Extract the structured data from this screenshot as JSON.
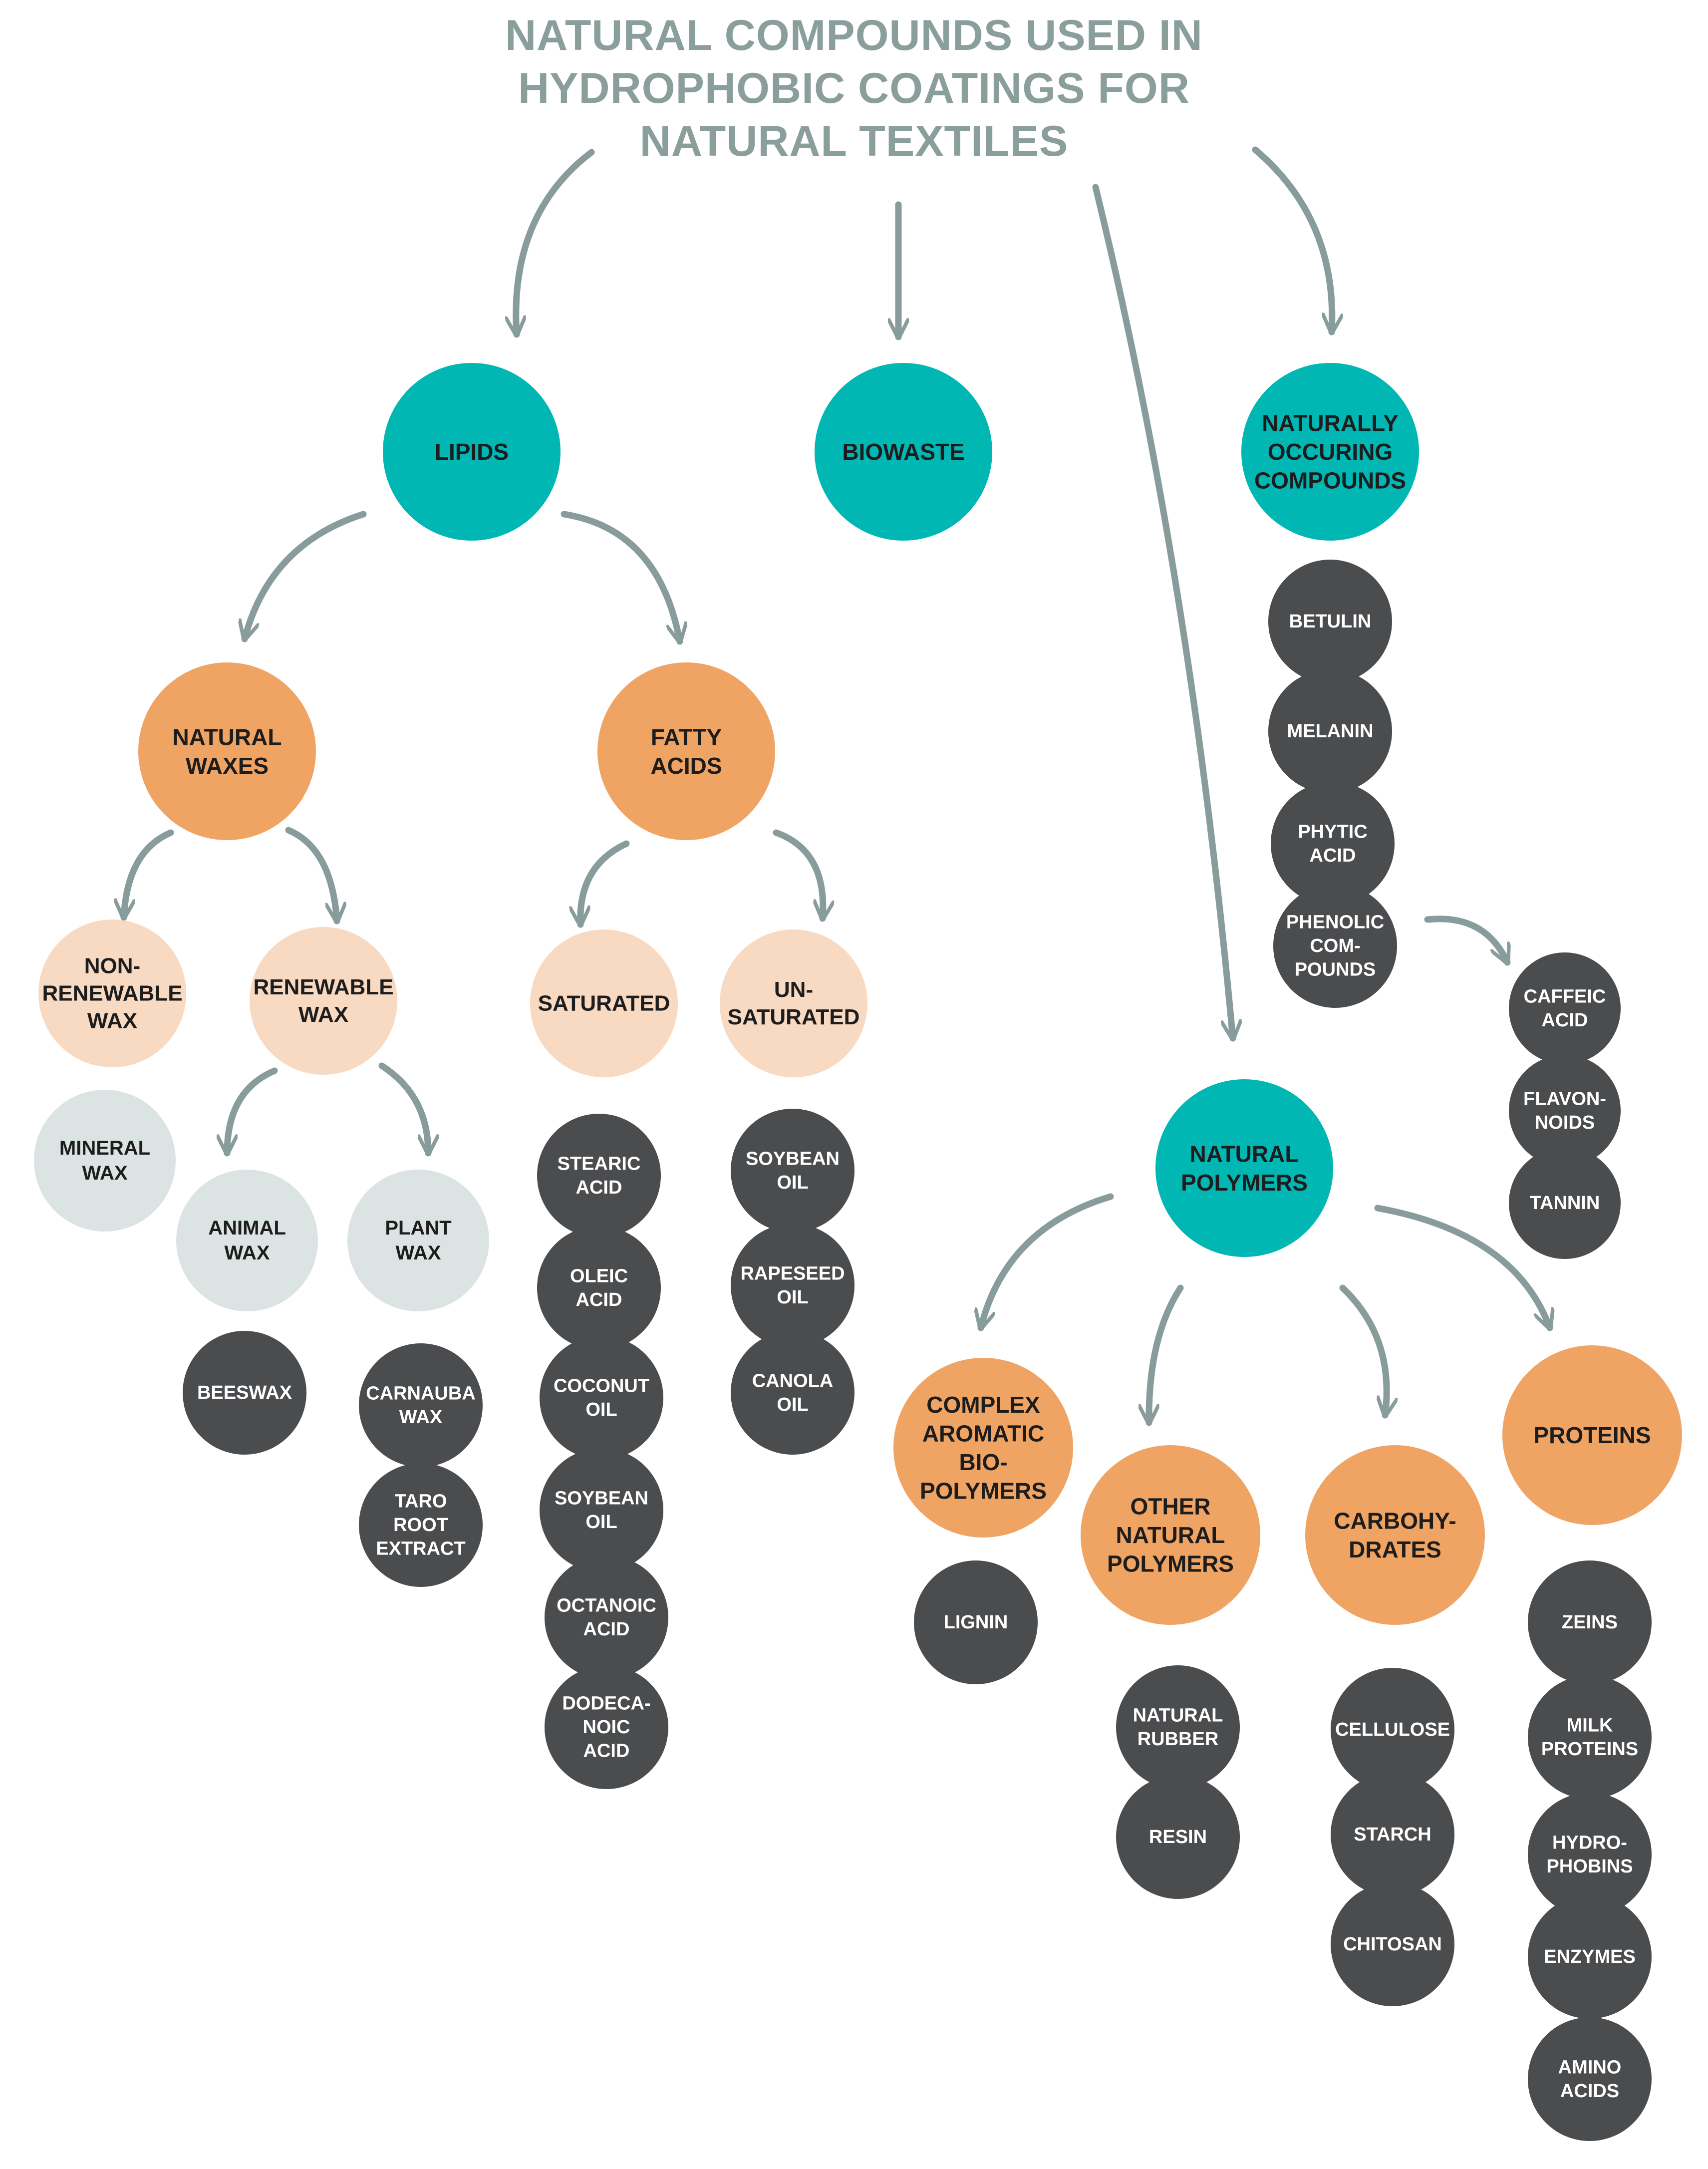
{
  "title": {
    "lines": [
      "NATURAL COMPOUNDS USED IN",
      "HYDROPHOBIC COATINGS FOR",
      "NATURAL TEXTILES"
    ]
  },
  "colors": {
    "teal": "#00b7b4",
    "orange": "#efa464",
    "peach": "#f8d9c2",
    "light_gray": "#dce3e3",
    "dark_gray": "#4b4c4e",
    "arrow": "#879c9b",
    "title": "#8a9e9c",
    "text_dark": "#1d1d1d",
    "text_light": "#ffffff"
  },
  "nodes": {
    "lipids": [
      "LIPIDS"
    ],
    "biowaste": [
      "BIOWASTE"
    ],
    "naturally_occuring": [
      "NATURALLY",
      "OCCURING",
      "COMPOUNDS"
    ],
    "natural_polymers": [
      "NATURAL",
      "POLYMERS"
    ],
    "natural_waxes": [
      "NATURAL",
      "WAXES"
    ],
    "fatty_acids": [
      "FATTY",
      "ACIDS"
    ],
    "non_renewable_wax": [
      "NON-",
      "RENEWABLE",
      "WAX"
    ],
    "renewable_wax": [
      "RENEWABLE",
      "WAX"
    ],
    "saturated": [
      "SATURATED"
    ],
    "unsaturated": [
      "UN-",
      "SATURATED"
    ],
    "mineral_wax": [
      "MINERAL",
      "WAX"
    ],
    "animal_wax": [
      "ANIMAL",
      "WAX"
    ],
    "plant_wax": [
      "PLANT",
      "WAX"
    ],
    "beeswax": [
      "BEESWAX"
    ],
    "carnauba_wax": [
      "CARNAUBA",
      "WAX"
    ],
    "taro_root": [
      "TARO",
      "ROOT",
      "EXTRACT"
    ],
    "stearic_acid": [
      "STEARIC",
      "ACID"
    ],
    "oleic_acid": [
      "OLEIC",
      "ACID"
    ],
    "coconut_oil": [
      "COCONUT",
      "OIL"
    ],
    "soybean_oil_sat": [
      "SOYBEAN",
      "OIL"
    ],
    "octanoic_acid": [
      "OCTANOIC",
      "ACID"
    ],
    "dodecanoic_acid": [
      "DODECA-",
      "NOIC",
      "ACID"
    ],
    "soybean_oil_unsat": [
      "SOYBEAN",
      "OIL"
    ],
    "rapeseed_oil": [
      "RAPESEED",
      "OIL"
    ],
    "canola_oil": [
      "CANOLA",
      "OIL"
    ],
    "betulin": [
      "BETULIN"
    ],
    "melanin": [
      "MELANIN"
    ],
    "phytic_acid": [
      "PHYTIC",
      "ACID"
    ],
    "phenolic_compounds": [
      "PHENOLIC",
      "COM-",
      "POUNDS"
    ],
    "caffeic_acid": [
      "CAFFEIC",
      "ACID"
    ],
    "flavonoids": [
      "FLAVON-",
      "NOIDS"
    ],
    "tannin": [
      "TANNIN"
    ],
    "complex_aromatic": [
      "COMPLEX",
      "AROMATIC",
      "BIO-",
      "POLYMERS"
    ],
    "other_natural_polymers": [
      "OTHER",
      "NATURAL",
      "POLYMERS"
    ],
    "carbohydrates": [
      "CARBOHY-",
      "DRATES"
    ],
    "proteins": [
      "PROTEINS"
    ],
    "lignin": [
      "LIGNIN"
    ],
    "natural_rubber": [
      "NATURAL",
      "RUBBER"
    ],
    "resin": [
      "RESIN"
    ],
    "cellulose": [
      "CELLULOSE"
    ],
    "starch": [
      "STARCH"
    ],
    "chitosan": [
      "CHITOSAN"
    ],
    "zeins": [
      "ZEINS"
    ],
    "milk_proteins": [
      "MILK",
      "PROTEINS"
    ],
    "hydrophobins": [
      "HYDRO-",
      "PHOBINS"
    ],
    "enzymes": [
      "ENZYMES"
    ],
    "amino_acids": [
      "AMINO",
      "ACIDS"
    ]
  }
}
